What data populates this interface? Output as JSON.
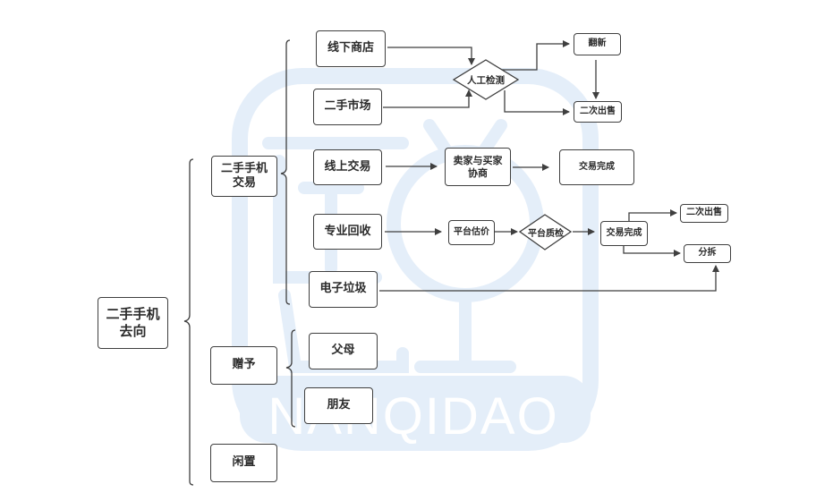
{
  "watermark": {
    "text": "NANQIDAO",
    "color": "#e4eef9"
  },
  "colors": {
    "stroke": "#3f3f3f",
    "text": "#2b2b2b",
    "background": "#ffffff"
  },
  "root": {
    "label": "二手手机\n去向",
    "lines": [
      "二手手机",
      "去向"
    ]
  },
  "branches": {
    "trade": {
      "lines": [
        "二手手机",
        "交易"
      ],
      "children": {
        "offline_store": "线下商店",
        "second_hand_market": "二手市场",
        "online_trade": "线上交易",
        "pro_recycle": "专业回收",
        "e_waste": "电子垃圾"
      }
    },
    "gift": {
      "label": "赠予",
      "children": {
        "parents": "父母",
        "friends": "朋友"
      }
    },
    "idle": {
      "label": "闲置"
    }
  },
  "flow": {
    "manual_check": "人工检测",
    "refurbish": "翻新",
    "resale_1": "二次出售",
    "negotiate_lines": [
      "卖家与买家",
      "协商"
    ],
    "trade_done_1": "交易完成",
    "platform_estimate": "平台估价",
    "platform_qc": "平台质检",
    "trade_done_2": "交易完成",
    "resale_2": "二次出售",
    "dismantle": "分拆"
  }
}
